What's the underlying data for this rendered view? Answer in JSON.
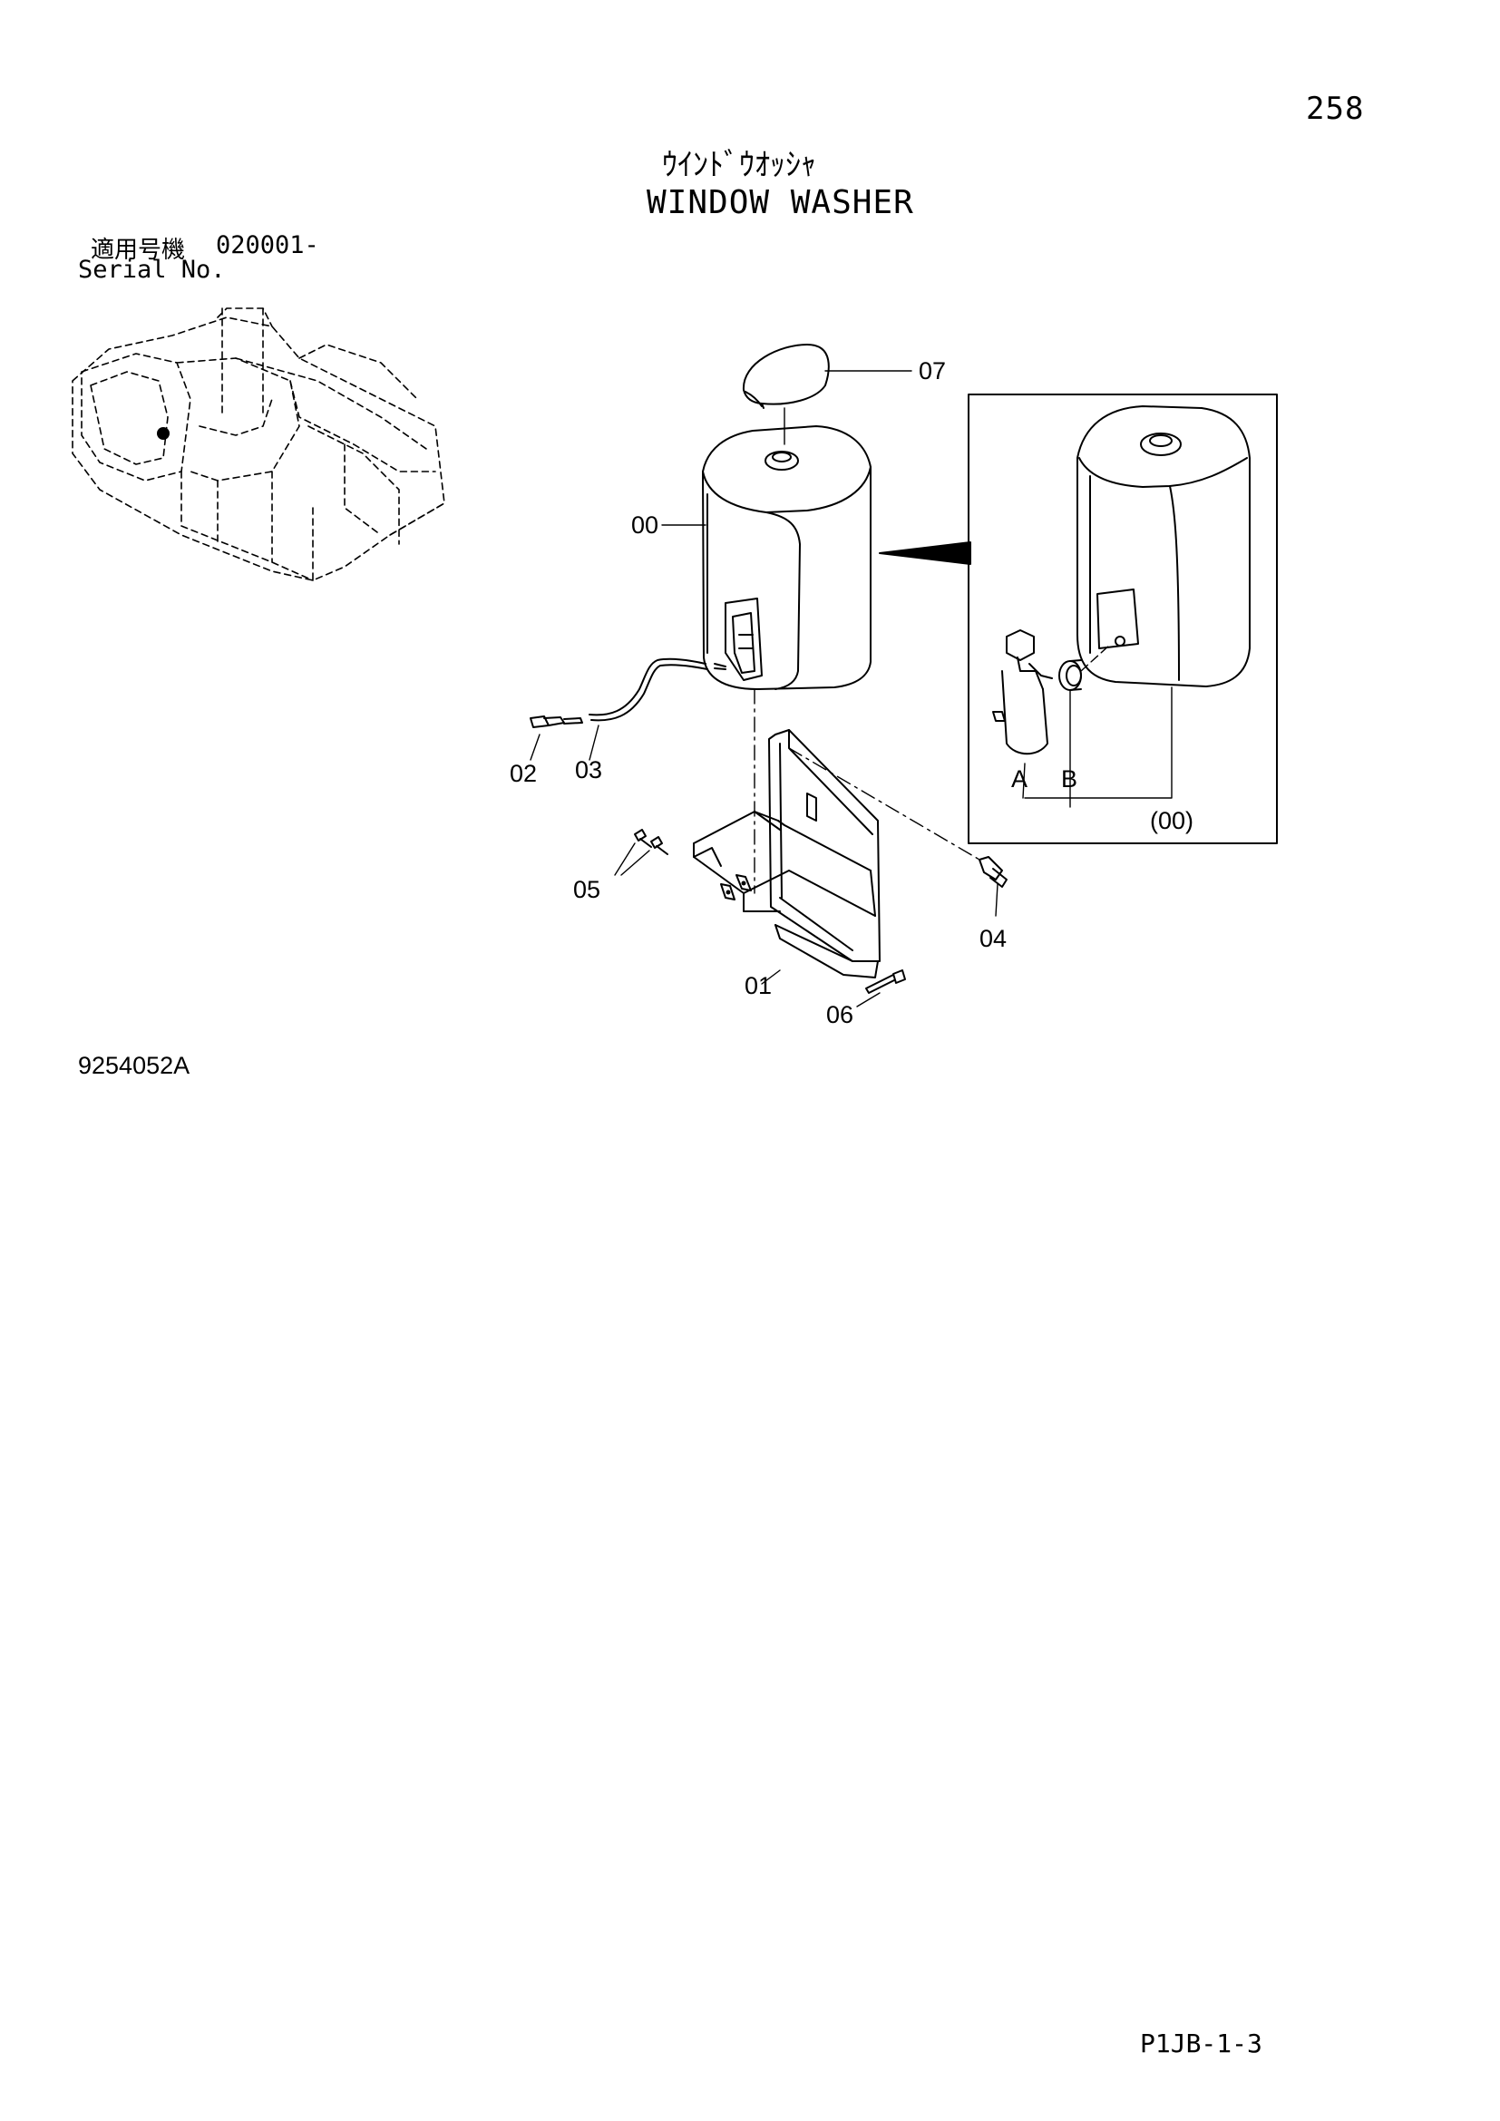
{
  "page_number": "258",
  "title": {
    "japanese": "ｳｲﾝﾄﾞｳｵｯｼｬ",
    "english": "WINDOW WASHER"
  },
  "serial": {
    "label_japanese": "適用号機",
    "range": "020001-",
    "label_english": "Serial No."
  },
  "figure_code": "9254052A",
  "page_code": "P1JB-1-3",
  "callouts": {
    "tank": "00",
    "bracket": "01",
    "fitting": "02",
    "hose": "03",
    "bolt": "04",
    "bolts_small": "05",
    "bolt_long": "06",
    "cap": "07",
    "detail_a": "A",
    "detail_b": "B",
    "detail_group": "(00)"
  }
}
